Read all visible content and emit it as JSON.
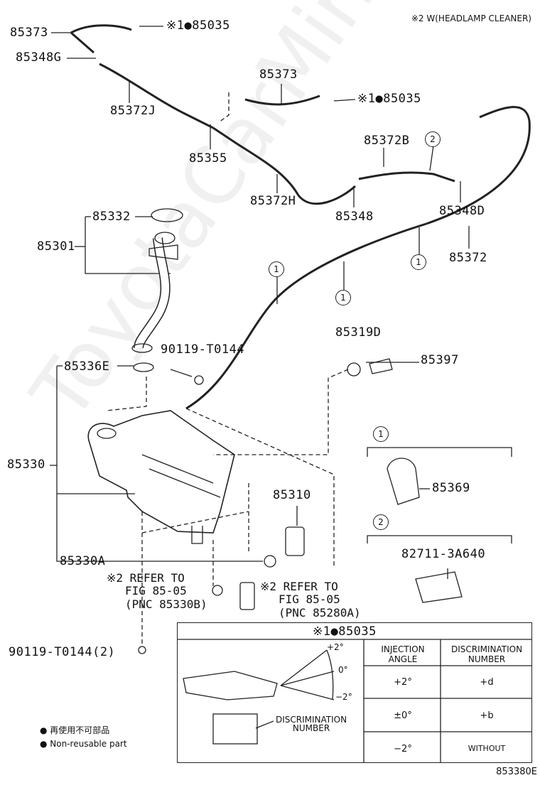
{
  "header_note": "※2 W(HEADLAMP CLEANER)",
  "part_labels": {
    "p85373_top": "85373",
    "p85035_top": "※1●85035",
    "p85348G": "85348G",
    "p85372J": "85372J",
    "p85373_mid": "85373",
    "p85035_mid": "※1●85035",
    "p85355": "85355",
    "p85372B": "85372B",
    "p85372H": "85372H",
    "p85348": "85348",
    "p85348D": "85348D",
    "p85332": "85332",
    "p85301": "85301",
    "p85372": "85372",
    "p90119_a": "90119-T0144",
    "p85319D": "85319D",
    "p85336E": "85336E",
    "p85397": "85397",
    "p85330": "85330",
    "p85369": "85369",
    "p85310": "85310",
    "p82711": "82711-3A640",
    "p85330A": "85330A",
    "p90119_b": "90119-T0144(2)"
  },
  "callouts": {
    "one": "1",
    "two": "2"
  },
  "refs": {
    "ref_left": [
      "※2 REFER TO",
      "FIG 85-05",
      "(PNC 85330B)"
    ],
    "ref_right": [
      "※2 REFER TO",
      "FIG 85-05",
      "(PNC 85280A)"
    ]
  },
  "table": {
    "title": "※1●85035",
    "col_angle": [
      "INJECTION",
      "ANGLE"
    ],
    "col_disc": [
      "DISCRIMINATION",
      "NUMBER"
    ],
    "rows": [
      {
        "angle": "+2°",
        "number": "+d"
      },
      {
        "angle": "±0°",
        "number": "+b"
      },
      {
        "angle": "−2°",
        "number": "WITHOUT"
      }
    ],
    "angle_marks": [
      "+2°",
      "0°",
      "−2°"
    ],
    "disc_label": [
      "DISCRIMINATION",
      "NUMBER"
    ]
  },
  "legend": {
    "line1": "● 再使用不可部品",
    "line2": "● Non-reusable part"
  },
  "figure_id": "853380E",
  "watermark": "ToyotaCarMiner.ru"
}
